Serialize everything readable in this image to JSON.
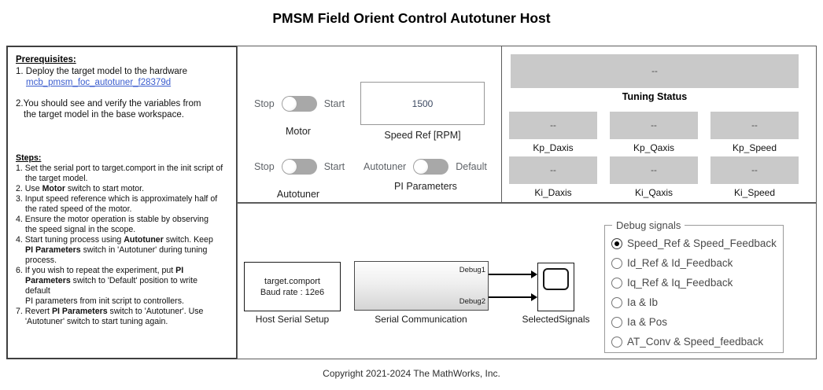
{
  "title": "PMSM Field Orient Control Autotuner Host",
  "copyright": "Copyright 2021-2024 The MathWorks, Inc.",
  "colors": {
    "link_blue": "#3b5dce",
    "display_box_gray": "#c9c9c9",
    "value_navy": "#3c4961",
    "toggle_track_gray": "#a8a8a8"
  },
  "left_panel": {
    "prerequisites": {
      "heading": "Prerequisites:",
      "item1": "1. Deploy the target model to the hardware",
      "item1_link": "mcb_pmsm_foc_autotuner_f28379d",
      "item2_line1": "2.You should see and verify the variables from",
      "item2_line2": "the target model in the base workspace."
    },
    "steps": {
      "heading": "Steps:",
      "lines": [
        {
          "text": "1. Set the serial port to target.comport in the init script of",
          "indent": false
        },
        {
          "text": "the target model.",
          "indent": true
        },
        {
          "text": "2. Use **Motor** switch to start motor.",
          "indent": false
        },
        {
          "text": "3. Input speed reference which is approximately half of",
          "indent": false
        },
        {
          "text": "the rated speed of the motor.",
          "indent": true
        },
        {
          "text": "4. Ensure the motor operation is stable by observing",
          "indent": false
        },
        {
          "text": "the speed signal in the scope.",
          "indent": true
        },
        {
          "text": "4. Start tuning process using **Autotuner** switch. Keep",
          "indent": false
        },
        {
          "text": "**PI Parameters** switch in 'Autotuner' during tuning",
          "indent": true
        },
        {
          "text": "process.",
          "indent": true
        },
        {
          "text": "6. If you wish to repeat the experiment, put **PI**",
          "indent": false
        },
        {
          "text": "**Parameters** switch to 'Default'  position to write",
          "indent": true
        },
        {
          "text": "default",
          "indent": true
        },
        {
          "text": "PI parameters from init script to controllers.",
          "indent": true
        },
        {
          "text": "7. Revert **PI Parameters** switch to 'Autotuner'. Use",
          "indent": false
        },
        {
          "text": "'Autotuner' switch to start tuning again.",
          "indent": true
        }
      ]
    }
  },
  "controls": {
    "motor_switch": {
      "left": "Stop",
      "right": "Start",
      "caption": "Motor",
      "state": "left"
    },
    "autotuner_switch": {
      "left": "Stop",
      "right": "Start",
      "caption": "Autotuner",
      "state": "left"
    },
    "pi_switch": {
      "left": "Autotuner",
      "right": "Default",
      "caption": "PI Parameters",
      "state": "left"
    },
    "speed_ref": {
      "value": "1500",
      "caption": "Speed Ref [RPM]"
    }
  },
  "tuning": {
    "status_value": "--",
    "status_caption": "Tuning Status",
    "params": [
      {
        "label": "Kp_Daxis",
        "value": "--"
      },
      {
        "label": "Kp_Qaxis",
        "value": "--"
      },
      {
        "label": "Kp_Speed",
        "value": "--"
      },
      {
        "label": "Ki_Daxis",
        "value": "--"
      },
      {
        "label": "Ki_Qaxis",
        "value": "--"
      },
      {
        "label": "Ki_Speed",
        "value": "--"
      }
    ]
  },
  "diagram": {
    "host_serial": {
      "line1": "target.comport",
      "line2": "Baud rate : 12e6",
      "caption": "Host Serial Setup"
    },
    "serial_comm": {
      "port1": "Debug1",
      "port2": "Debug2",
      "caption": "Serial Communication"
    },
    "scope": {
      "caption": "SelectedSignals"
    }
  },
  "debug_signals": {
    "legend": "Debug signals",
    "selected_index": 0,
    "options": [
      "Speed_Ref & Speed_Feedback",
      "Id_Ref & Id_Feedback",
      "Iq_Ref & Iq_Feedback",
      "Ia & Ib",
      "Ia & Pos",
      "AT_Conv & Speed_feedback"
    ]
  }
}
